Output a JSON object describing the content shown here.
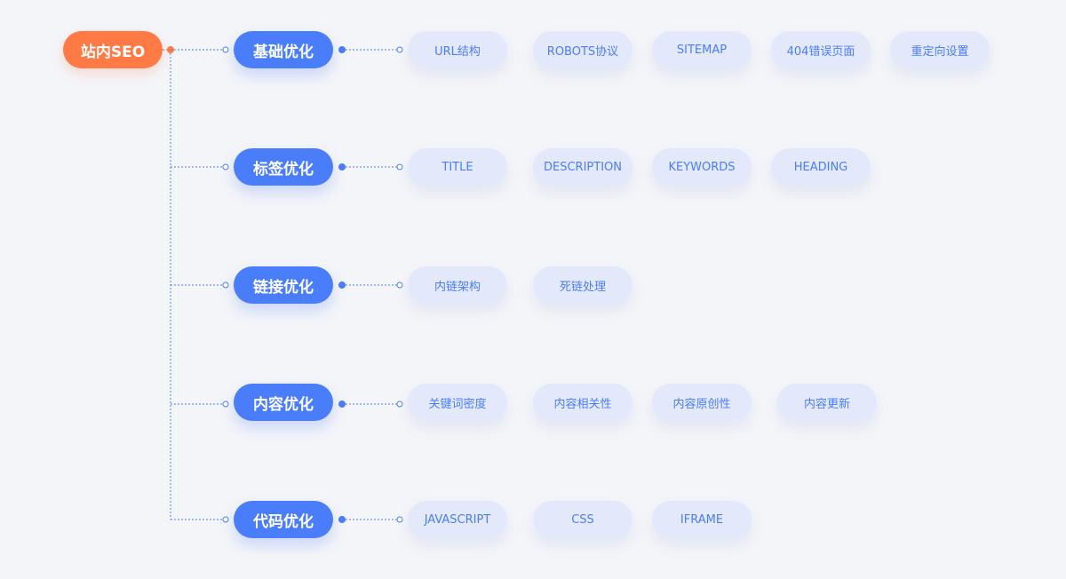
{
  "root": {
    "label": "站内SEO"
  },
  "colors": {
    "root": "#ff7a45",
    "category": "#4a7dfa",
    "leaf_bg": "#e3e9fb",
    "leaf_text": "#4a7dfa",
    "background": "#f4f5f9"
  },
  "branches": [
    {
      "label": "基础优化",
      "items": [
        "URL结构",
        "ROBOTS协议",
        "SITEMAP",
        "404错误页面",
        "重定向设置"
      ]
    },
    {
      "label": "标签优化",
      "items": [
        "TITLE",
        "DESCRIPTION",
        "KEYWORDS",
        "HEADING"
      ]
    },
    {
      "label": "链接优化",
      "items": [
        "内链架构",
        "死链处理"
      ]
    },
    {
      "label": "内容优化",
      "items": [
        "关键词密度",
        "内容相关性",
        "内容原创性",
        "内容更新"
      ]
    },
    {
      "label": "代码优化",
      "items": [
        "JAVASCRIPT",
        "CSS",
        "IFRAME"
      ]
    }
  ]
}
